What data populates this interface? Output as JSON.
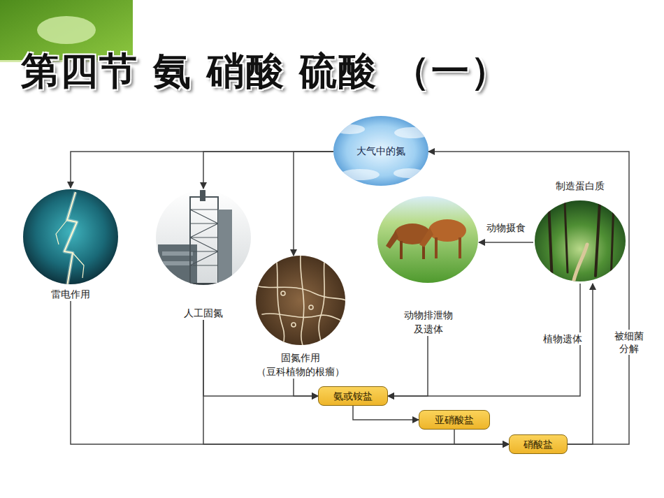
{
  "diagram": {
    "title": "第四节 氨 硝酸 硫酸 （一）",
    "nodes": [
      {
        "text": [
          "大气中的氮"
        ]
      },
      {
        "text": [
          "雷电作用"
        ]
      },
      {
        "text": [
          "人工固氮"
        ]
      },
      {
        "text": [
          "固氮作用 （豆科植物的根瘤）"
        ]
      },
      {
        "text": [
          "动物排泄物 及遗体"
        ]
      },
      {
        "text": [
          "制造蛋白质"
        ]
      },
      {
        "text": [
          "氨或铵盐"
        ]
      },
      {
        "text": [
          "亚硝酸盐"
        ]
      },
      {
        "text": [
          "硝酸盐"
        ]
      }
    ],
    "edges": [
      {
        "from": 0,
        "to": 1,
        "arrow": "to"
      },
      {
        "from": 0,
        "to": 2,
        "arrow": "to"
      },
      {
        "from": 0,
        "to": 3,
        "arrow": "to"
      },
      {
        "from": 1,
        "to": 8,
        "arrow": "to"
      },
      {
        "from": 2,
        "to": 6,
        "arrow": "to"
      },
      {
        "from": 2,
        "to": 8,
        "arrow": "to"
      },
      {
        "from": 3,
        "to": 6,
        "arrow": "to"
      },
      {
        "from": 4,
        "to": 6,
        "arrow": "to"
      },
      {
        "from": 5,
        "to": 6,
        "label": "植物遗体",
        "arrow": "to"
      },
      {
        "from": 5,
        "to": 4,
        "label": "动物摄食",
        "arrow": "to"
      },
      {
        "from": 6,
        "to": 7,
        "arrow": "to"
      },
      {
        "from": 7,
        "to": 8,
        "arrow": "to"
      },
      {
        "from": 8,
        "to": 5,
        "arrow": "to"
      },
      {
        "from": 8,
        "to": 0,
        "label": "被细菌 分解",
        "arrow": "to"
      }
    ]
  }
}
